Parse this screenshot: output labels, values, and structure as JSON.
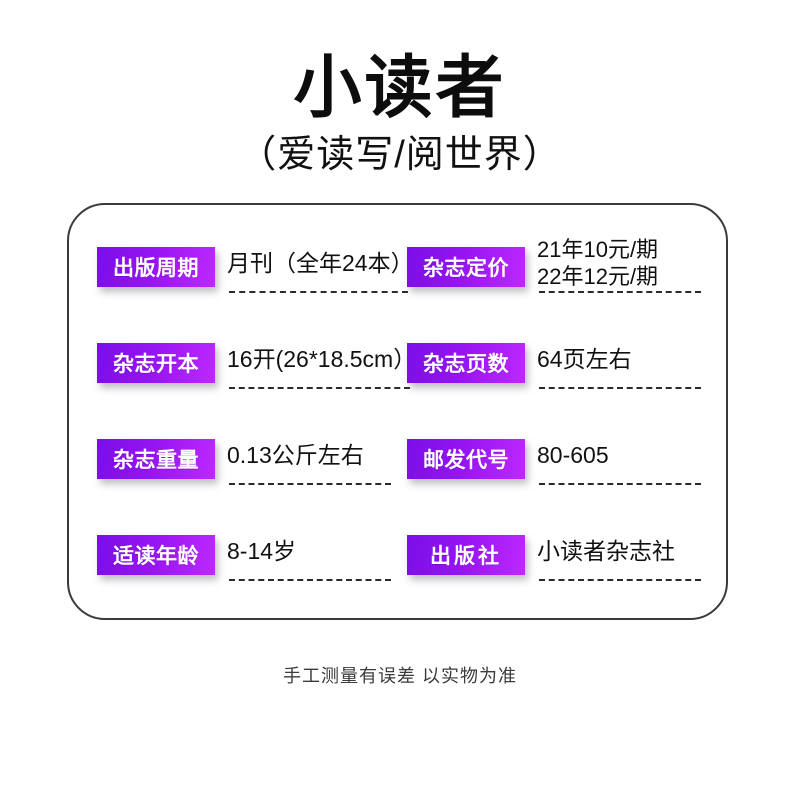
{
  "header": {
    "title": "小读者",
    "subtitle": "（爱读写/阅世界）"
  },
  "spec_card": {
    "rows": [
      {
        "label": "出版周期",
        "value": "月刊（全年24本）",
        "value_line2": ""
      },
      {
        "label": "杂志定价",
        "value": "21年10元/期",
        "value_line2": "22年12元/期"
      },
      {
        "label": "杂志开本",
        "value": "16开(26*18.5cm）",
        "value_line2": ""
      },
      {
        "label": "杂志页数",
        "value": "64页左右",
        "value_line2": ""
      },
      {
        "label": "杂志重量",
        "value": "0.13公斤左右",
        "value_line2": ""
      },
      {
        "label": "邮发代号",
        "value": "80-605",
        "value_line2": ""
      },
      {
        "label": "适读年龄",
        "value": "8-14岁",
        "value_line2": ""
      },
      {
        "label": "出版社",
        "value": "小读者杂志社",
        "value_line2": ""
      }
    ]
  },
  "footer": {
    "note": "手工测量有误差  以实物为准"
  },
  "colors": {
    "badge_gradient_start": "#7A0EE6",
    "badge_gradient_end": "#BF28FF",
    "badge_text": "#FFFFFF",
    "text_primary": "#111111",
    "card_border": "#3A3A3A",
    "dash_line": "#2B2B2B",
    "background": "#FFFFFF"
  }
}
